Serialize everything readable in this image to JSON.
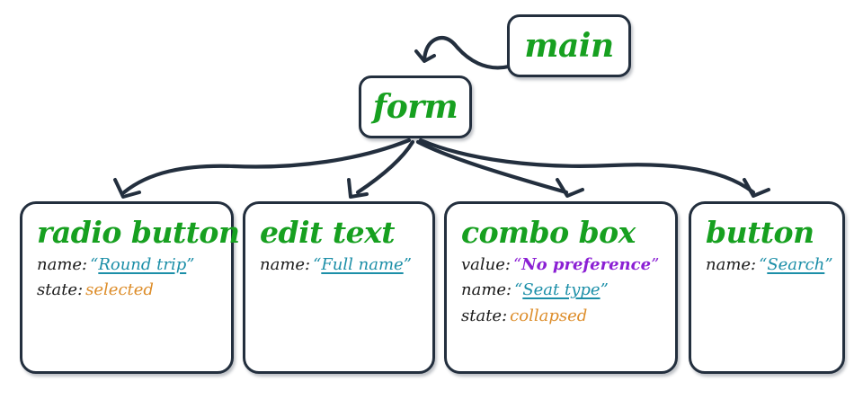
{
  "diagram": {
    "type": "accessibility-tree",
    "nodes": [
      {
        "id": "main",
        "title": "main",
        "props": []
      },
      {
        "id": "form",
        "title": "form",
        "props": []
      },
      {
        "id": "radio-button",
        "title": "radio button",
        "props": [
          {
            "key": "name:",
            "value": "Round trip",
            "style": "name",
            "quoted": true
          },
          {
            "key": "state:",
            "value": "selected",
            "style": "state",
            "quoted": false
          }
        ]
      },
      {
        "id": "edit-text",
        "title": "edit text",
        "props": [
          {
            "key": "name:",
            "value": "Full name",
            "style": "name",
            "quoted": true
          }
        ]
      },
      {
        "id": "combo-box",
        "title": "combo box",
        "props": [
          {
            "key": "value:",
            "value": "No preference",
            "style": "value",
            "quoted": true
          },
          {
            "key": "name:",
            "value": "Seat type",
            "style": "name",
            "quoted": true
          },
          {
            "key": "state:",
            "value": "collapsed",
            "style": "state",
            "quoted": false
          }
        ]
      },
      {
        "id": "button",
        "title": "button",
        "props": [
          {
            "key": "name:",
            "value": "Search",
            "style": "name",
            "quoted": true
          }
        ]
      }
    ],
    "edges": [
      {
        "from": "main",
        "to": "form"
      },
      {
        "from": "form",
        "to": "radio-button"
      },
      {
        "from": "form",
        "to": "edit-text"
      },
      {
        "from": "form",
        "to": "combo-box"
      },
      {
        "from": "form",
        "to": "button"
      }
    ],
    "colors": {
      "node_border": "#232f3e",
      "node_fill": "#ffffff",
      "title_green": "#17a020",
      "name_teal": "#1c8fa8",
      "value_purple": "#8b1fd4",
      "state_orange": "#dd8d2a",
      "arrow": "#232f3e",
      "background": "#ffffff"
    },
    "quotes": {
      "open": "“",
      "close": "”"
    }
  }
}
